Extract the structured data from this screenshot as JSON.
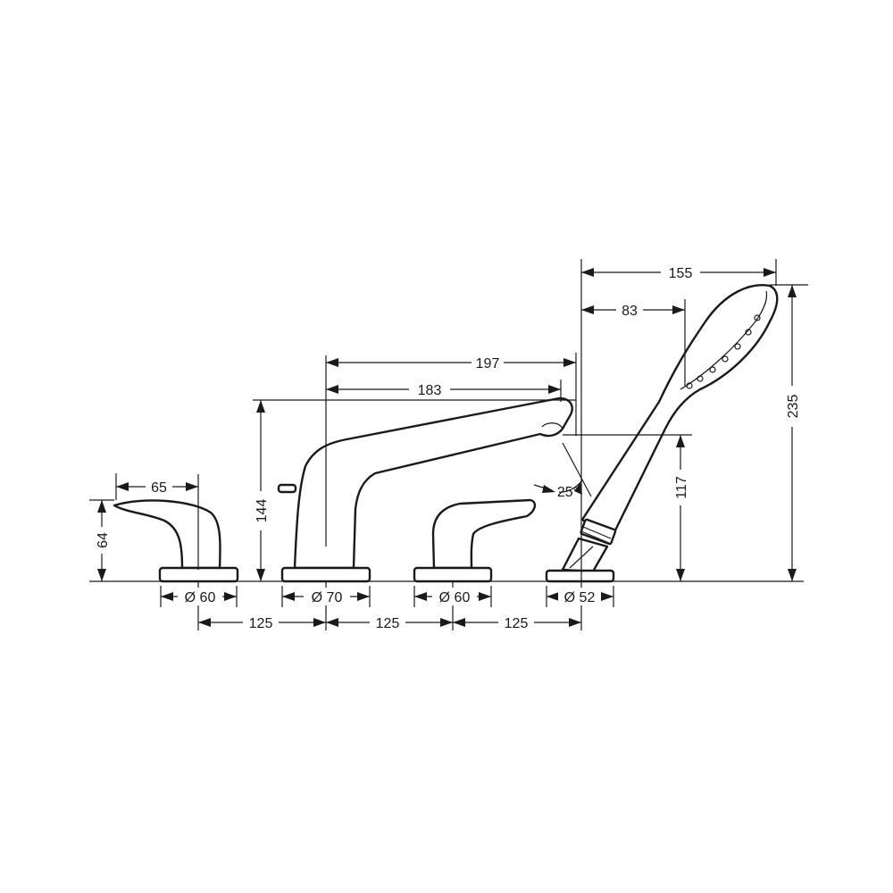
{
  "dimensions": {
    "w_197": "197",
    "w_183": "183",
    "w_155": "155",
    "w_83": "83",
    "w_65": "65",
    "h_64": "64",
    "h_144": "144",
    "h_117": "117",
    "h_235": "235",
    "angle_25": "25°",
    "d_60_left": "Ø 60",
    "d_70": "Ø 70",
    "d_60_right": "Ø 60",
    "d_52": "Ø 52",
    "spacing_1": "125",
    "spacing_2": "125",
    "spacing_3": "125"
  },
  "colors": {
    "line": "#1a1a1a",
    "background": "#ffffff"
  }
}
